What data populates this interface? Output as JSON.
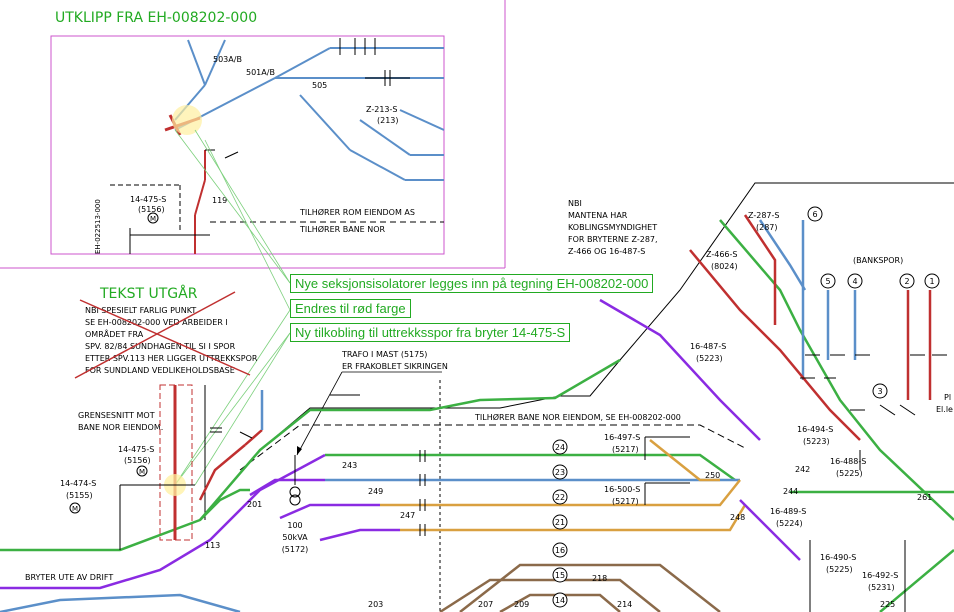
{
  "titles": {
    "utklipp": "UTKLIPP FRA EH-008202-000",
    "tekst_utgar": "TEKST UTGÅR"
  },
  "callouts": [
    "Nye seksjonsisolatorer legges inn på tegning EH-008202-000",
    "Endres til rød farge",
    "Ny tilkobling til uttrekksspor fra bryter 14-475-S"
  ],
  "inset": {
    "labels": [
      "503A/B",
      "501A/B",
      "505",
      "Z-213-S",
      "(213)",
      "119",
      "14-475-S",
      "(5156)"
    ],
    "owner_rom": "TILHØRER ROM EIENDOM AS",
    "owner_bane": "TILHØRER BANE NOR",
    "doc_ref": "EH-022513-000"
  },
  "crossed_note": [
    "NBI SPESIELT FARLIG PUNKT.",
    "SE EH-008202-000 VED ARBEIDER I",
    "OMRÅDET FRA",
    "SPV. 82/84 SUNDHAGEN TIL SI I SPOR",
    "ETTER SPV.113 HER LIGGER UTTREKKSPOR",
    "FOR SUNDLAND VEDLIKEHOLDSBASE"
  ],
  "notes": {
    "nbi": [
      "NBI",
      "MANTENA HAR",
      "KOBLINGSMYNDIGHET",
      "FOR BRYTERNE Z-287,",
      "Z-466 OG 16-487-S"
    ],
    "trafo": [
      "TRAFO I MAST (5175)",
      "ER FRAKOBLET SIKRINGEN"
    ],
    "grensesnitt": [
      "GRENSESNITT MOT",
      "BANE NOR EIENDOM."
    ],
    "owner_line": "TILHØRER BANE NOR EIENDOM, SE EH-008202-000",
    "bankspor": "(BANKSPOR)",
    "bryter_ute": "BRYTER UTE AV DRIFT",
    "trafo_unit": [
      "100",
      "50kVA",
      "(5172)"
    ],
    "partial": [
      "Pl",
      "El.le"
    ]
  },
  "switches": {
    "s14_475": [
      "14-475-S",
      "(5156)"
    ],
    "s14_474": [
      "14-474-S",
      "(5155)"
    ],
    "s16_497": [
      "16-497-S",
      "(5217)"
    ],
    "s16_500": [
      "16-500-S",
      "(5217)"
    ],
    "s16_489": [
      "16-489-S",
      "(5224)"
    ],
    "s16_490": [
      "16-490-S",
      "(5225)"
    ],
    "s16_492": [
      "16-492-S",
      "(5231)"
    ],
    "s16_494": [
      "16-494-S",
      "(5223)"
    ],
    "s16_488": [
      "16-488-S",
      "(5225)"
    ],
    "s16_487": [
      "16-487-S",
      "(5223)"
    ],
    "z466": [
      "Z-466-S",
      "(8024)"
    ],
    "z287": [
      "Z-287-S",
      "(287)"
    ]
  },
  "track_numbers": [
    "24",
    "23",
    "22",
    "21",
    "16",
    "15",
    "14",
    "6",
    "5",
    "4",
    "3",
    "2",
    "1"
  ],
  "node_labels": [
    "243",
    "249",
    "247",
    "250",
    "244",
    "248",
    "242",
    "261",
    "201",
    "113",
    "203",
    "207",
    "209",
    "218",
    "214",
    "225"
  ],
  "colors": {
    "green": "#3cb043",
    "purple": "#8a2be2",
    "blue": "#5b8fc9",
    "red": "#c03030",
    "orange": "#d9a040",
    "brown": "#8b6a4a",
    "magenta_frame": "#cc55cc",
    "callout_green": "#22aa22",
    "highlight": "#fff0a0"
  }
}
